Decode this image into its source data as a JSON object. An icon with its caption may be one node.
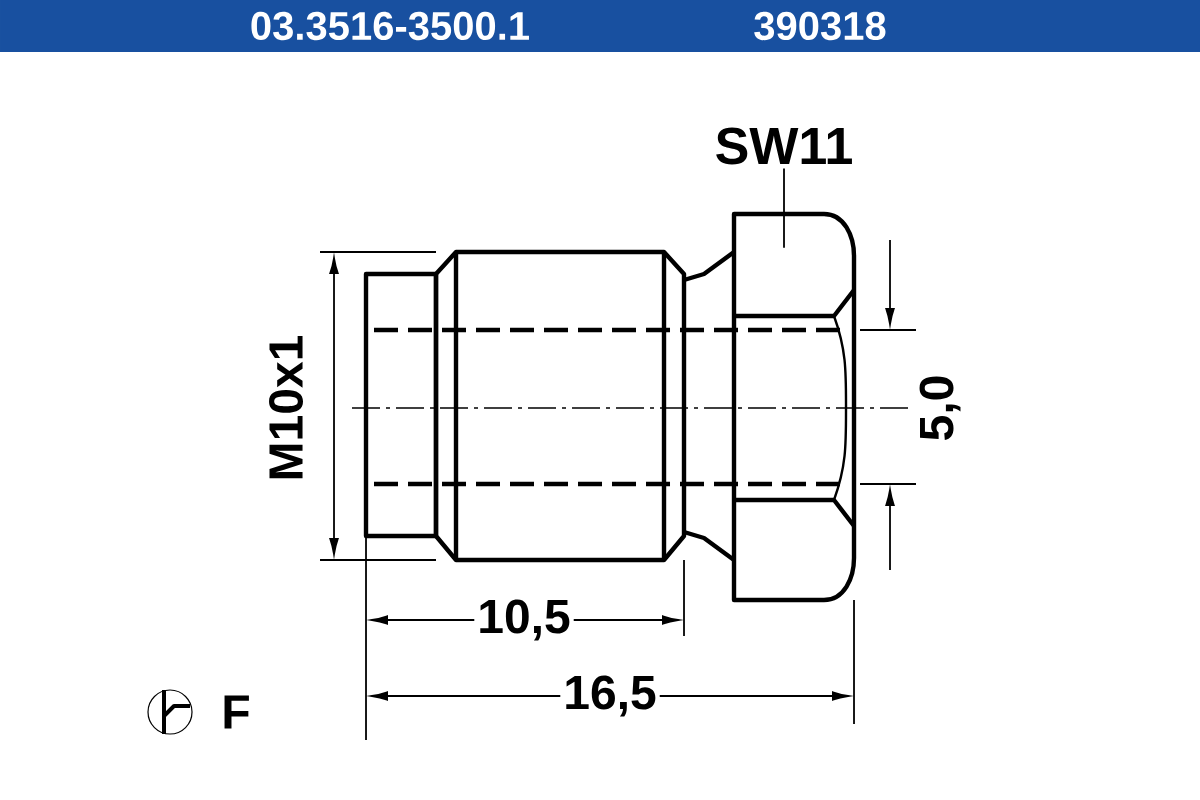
{
  "diagram": {
    "nodes": [
      {
        "text": [
          "03.3516-3500.1",
          "390318"
        ]
      },
      {
        "text": [
          "SW11"
        ]
      },
      {
        "text": [],
        "shape": "picture"
      }
    ],
    "edges": [
      {
        "from": 1,
        "to": 2,
        "arrow": "none"
      }
    ],
    "labels": [
      "M10x1",
      "5,0",
      "10,5",
      "16,5",
      "F"
    ]
  }
}
